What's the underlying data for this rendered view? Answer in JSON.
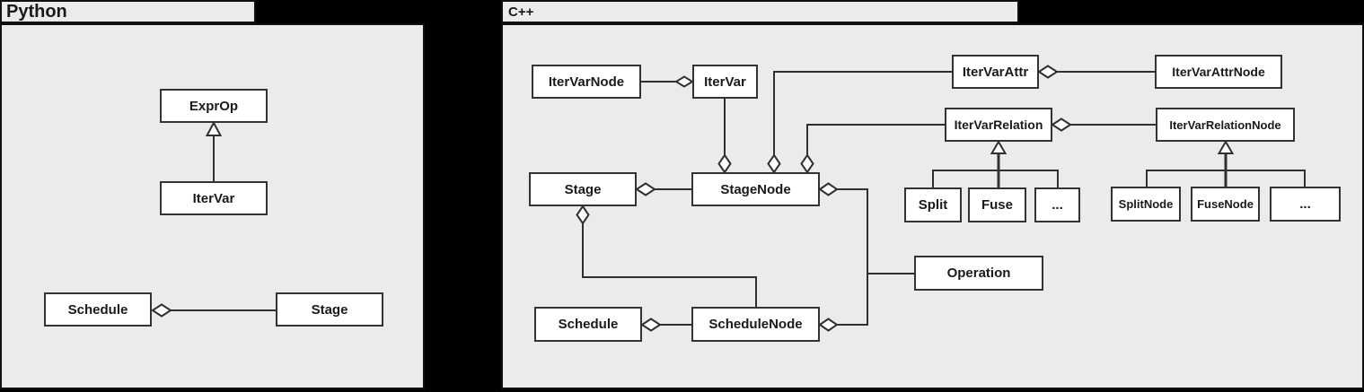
{
  "colors": {
    "canvas_bg": "#000000",
    "panel_bg": "#ebebeb",
    "box_bg": "#ffffff",
    "stroke": "#303030",
    "text": "#1a1a1a"
  },
  "python": {
    "tab_label": "Python",
    "nodes": {
      "exprop": {
        "label": "ExprOp"
      },
      "itervar": {
        "label": "IterVar"
      },
      "schedule": {
        "label": "Schedule"
      },
      "stage": {
        "label": "Stage"
      }
    },
    "relations": [
      {
        "from": "IterVar",
        "to": "ExprOp",
        "type": "inheritance"
      },
      {
        "from": "Schedule",
        "to": "Stage",
        "type": "aggregation",
        "diamond_at": "Schedule"
      }
    ]
  },
  "cpp": {
    "tab_label": "C++",
    "nodes": {
      "itervarnode": {
        "label": "IterVarNode"
      },
      "itervar": {
        "label": "IterVar"
      },
      "itervarattr": {
        "label": "IterVarAttr"
      },
      "itervarattrnode": {
        "label": "IterVarAttrNode"
      },
      "itervarrelation": {
        "label": "IterVarRelation"
      },
      "itervarrelationnode": {
        "label": "IterVarRelationNode"
      },
      "stage": {
        "label": "Stage"
      },
      "stagenode": {
        "label": "StageNode"
      },
      "split": {
        "label": "Split"
      },
      "fuse": {
        "label": "Fuse"
      },
      "ellipsis": {
        "label": "..."
      },
      "splitnode": {
        "label": "SplitNode"
      },
      "fusenode": {
        "label": "FuseNode"
      },
      "ellipsisnode": {
        "label": "..."
      },
      "operation": {
        "label": "Operation"
      },
      "schedule": {
        "label": "Schedule"
      },
      "schedulenode": {
        "label": "ScheduleNode"
      }
    },
    "relations": [
      {
        "from": "IterVarNode",
        "to": "IterVar",
        "type": "aggregation",
        "diamond_at": "IterVar"
      },
      {
        "from": "IterVar",
        "to": "StageNode",
        "type": "aggregation",
        "diamond_at": "StageNode"
      },
      {
        "from": "IterVarAttr",
        "to": "StageNode",
        "type": "aggregation",
        "diamond_at": "StageNode"
      },
      {
        "from": "IterVarRelation",
        "to": "StageNode",
        "type": "aggregation",
        "diamond_at": "StageNode"
      },
      {
        "from": "Stage",
        "to": "StageNode",
        "type": "aggregation",
        "diamond_at": "Stage"
      },
      {
        "from": "IterVarAttr",
        "to": "IterVarAttrNode",
        "type": "aggregation",
        "diamond_at": "IterVarAttr"
      },
      {
        "from": "IterVarRelation",
        "to": "IterVarRelationNode",
        "type": "aggregation",
        "diamond_at": "IterVarRelation"
      },
      {
        "from": "Split",
        "to": "IterVarRelation",
        "type": "inheritance"
      },
      {
        "from": "Fuse",
        "to": "IterVarRelation",
        "type": "inheritance"
      },
      {
        "from": "...",
        "to": "IterVarRelation",
        "type": "inheritance"
      },
      {
        "from": "SplitNode",
        "to": "IterVarRelationNode",
        "type": "inheritance"
      },
      {
        "from": "FuseNode",
        "to": "IterVarRelationNode",
        "type": "inheritance"
      },
      {
        "from": "...",
        "to": "IterVarRelationNode",
        "type": "inheritance"
      },
      {
        "from": "StageNode",
        "to": "Operation",
        "type": "aggregation",
        "diamond_at": "StageNode"
      },
      {
        "from": "ScheduleNode",
        "to": "Operation",
        "type": "aggregation",
        "diamond_at": "ScheduleNode"
      },
      {
        "from": "Schedule",
        "to": "ScheduleNode",
        "type": "aggregation",
        "diamond_at": "Schedule"
      },
      {
        "from": "Stage",
        "to": "ScheduleNode",
        "type": "aggregation",
        "diamond_at": "Stage"
      }
    ]
  }
}
